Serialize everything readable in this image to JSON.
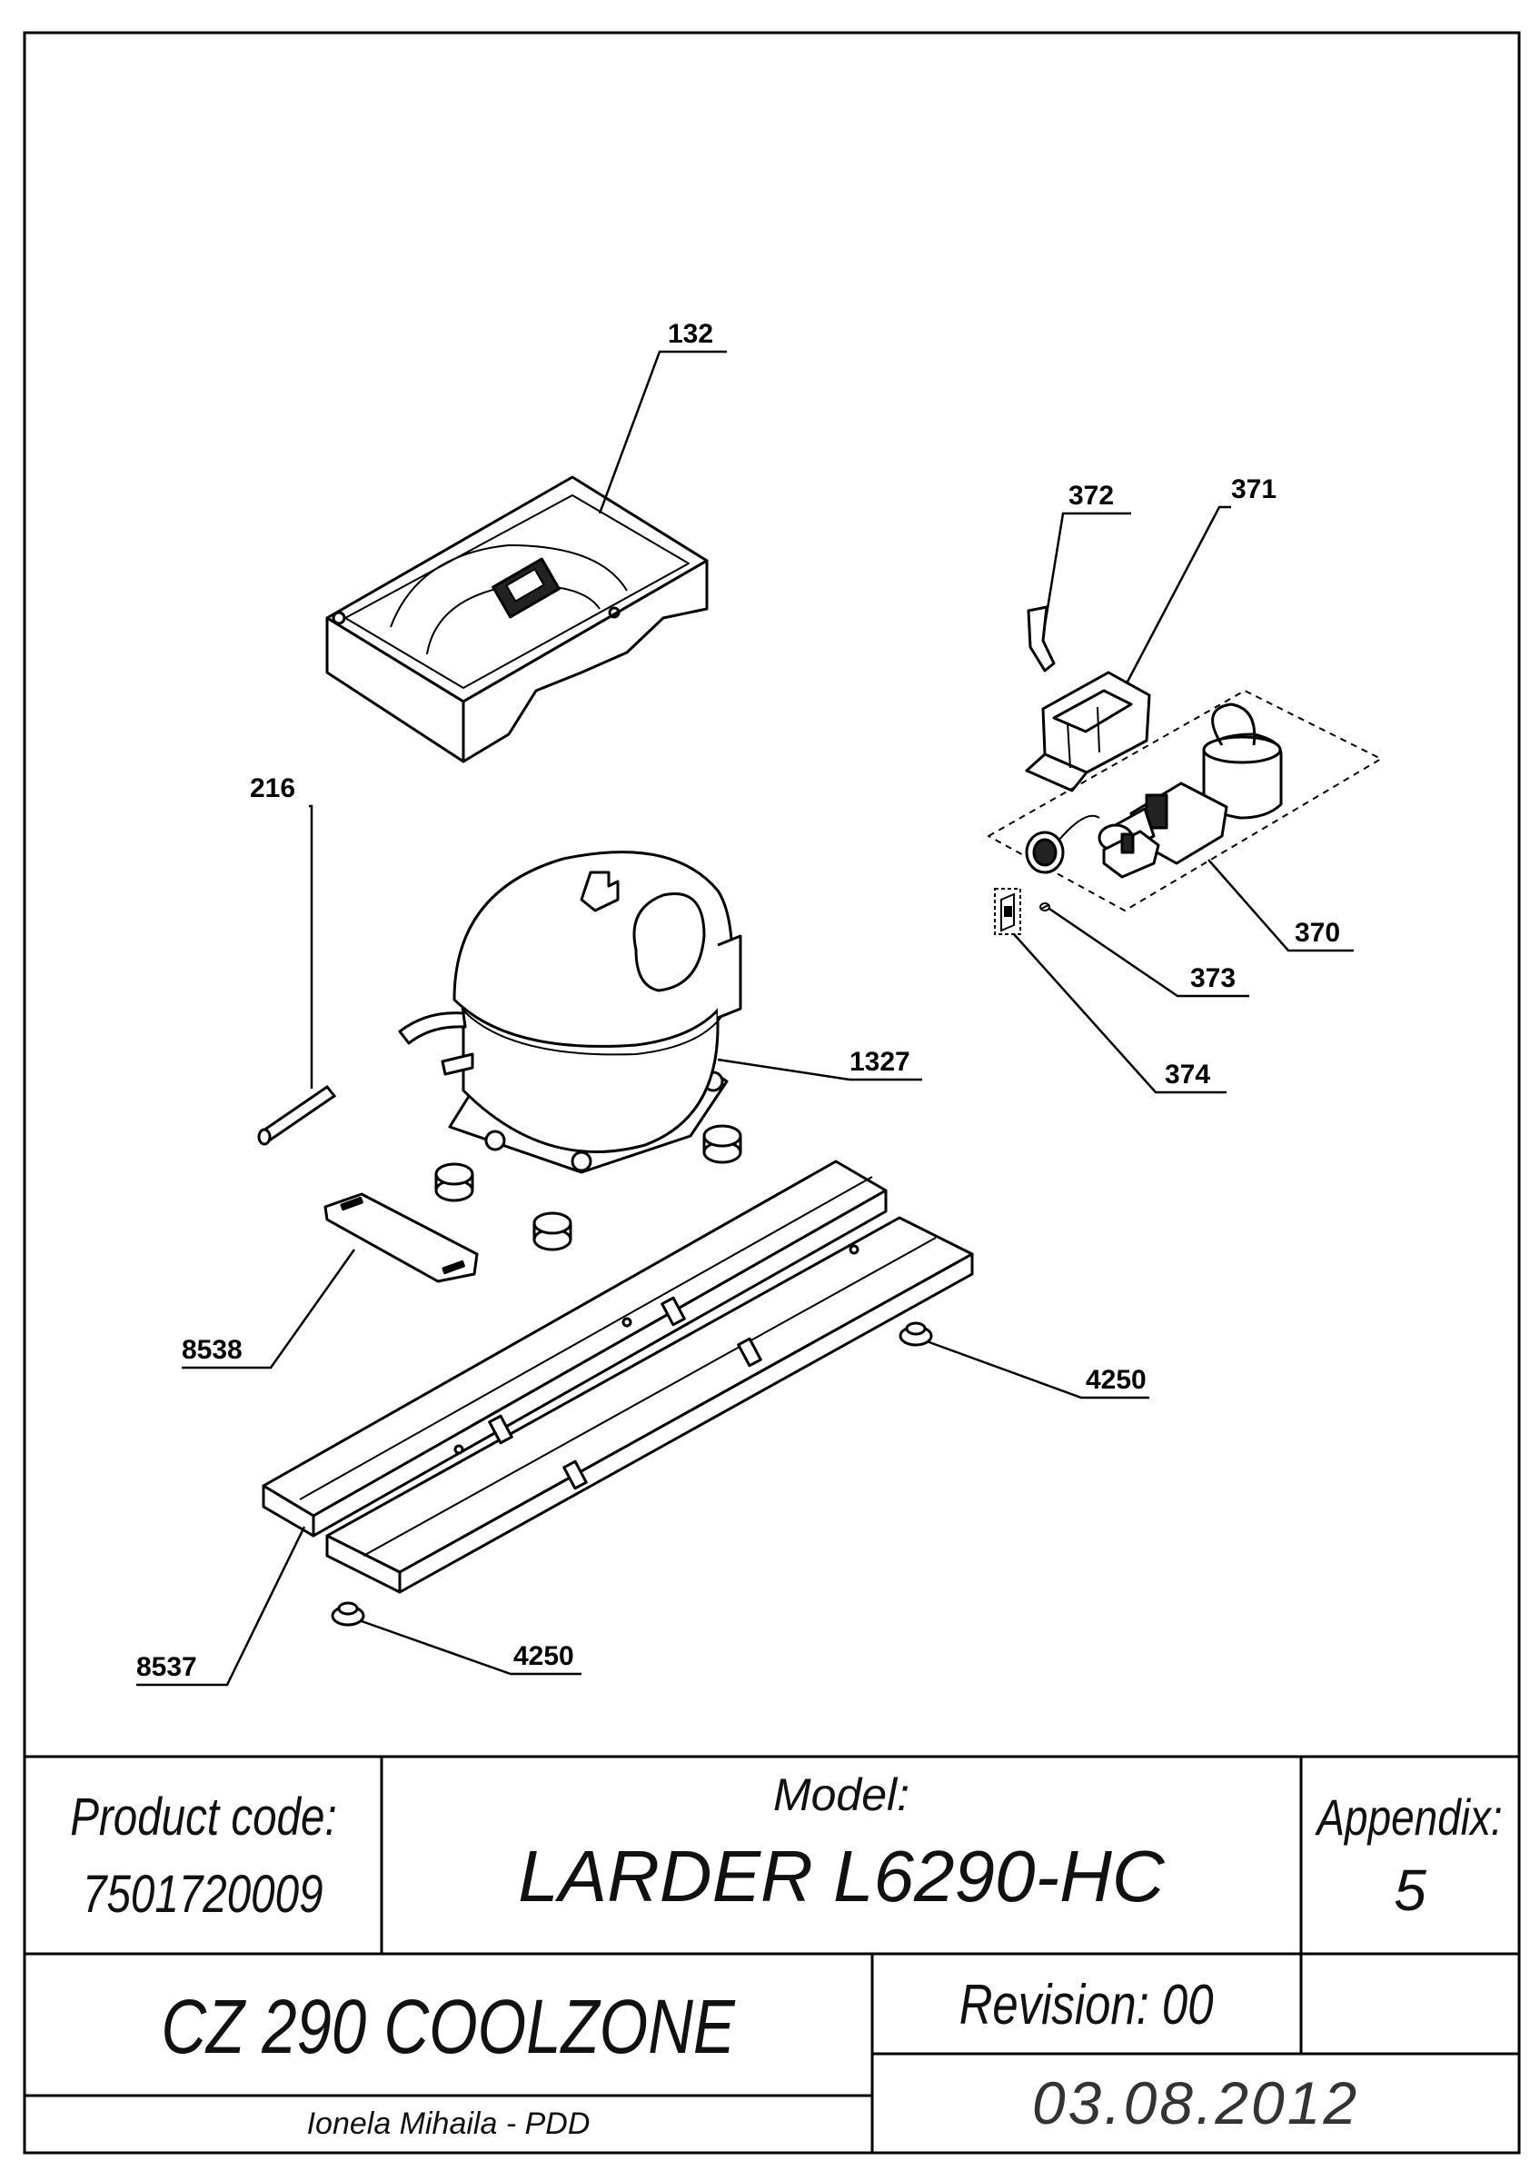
{
  "parts": {
    "p132": "132",
    "p372": "372",
    "p371": "371",
    "p216": "216",
    "p370": "370",
    "p373": "373",
    "p1327": "1327",
    "p374": "374",
    "p8538": "8538",
    "p4250a": "4250",
    "p8537": "8537",
    "p4250b": "4250"
  },
  "title_block": {
    "product_code_label": "Product code:",
    "product_code_value": "7501720009",
    "model_label": "Model:",
    "model_value": "LARDER L6290-HC",
    "appendix_label": "Appendix:",
    "appendix_value": "5",
    "product_name": "CZ 290 COOLZONE",
    "revision": "Revision: 00",
    "author": "Ionela Mihaila - PDD",
    "date": "03.08.2012"
  }
}
